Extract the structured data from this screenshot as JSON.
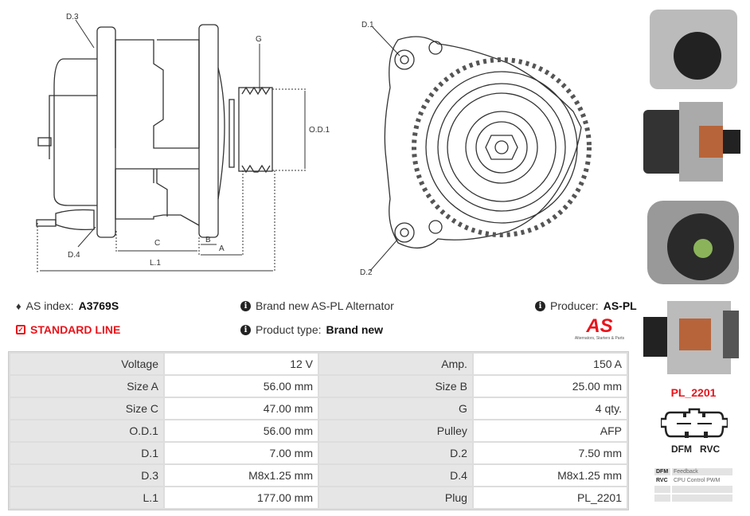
{
  "drawing": {
    "labels": {
      "d3": "D.3",
      "d4": "D.4",
      "g": "G",
      "od1": "O.D.1",
      "c": "C",
      "b": "B",
      "a": "A",
      "l1": "L.1",
      "d1": "D.1",
      "d2": "D.2"
    }
  },
  "info": {
    "as_index_label": "AS index:",
    "as_index_value": "A3769S",
    "standard_line": "STANDARD LINE",
    "brand_new": "Brand new AS-PL Alternator",
    "product_type_label": "Product type:",
    "product_type_value": "Brand new",
    "producer_label": "Producer:",
    "producer_value": "AS-PL",
    "logo_text": "AS",
    "logo_tagline": "Alternators, Starters & Parts"
  },
  "specs": [
    {
      "l1": "Voltage",
      "v1": "12 V",
      "l2": "Amp.",
      "v2": "150 A"
    },
    {
      "l1": "Size A",
      "v1": "56.00 mm",
      "l2": "Size B",
      "v2": "25.00 mm"
    },
    {
      "l1": "Size C",
      "v1": "47.00 mm",
      "l2": "G",
      "v2": "4 qty."
    },
    {
      "l1": "O.D.1",
      "v1": "56.00 mm",
      "l2": "Pulley",
      "v2": "AFP"
    },
    {
      "l1": "D.1",
      "v1": "7.00 mm",
      "l2": "D.2",
      "v2": "7.50 mm"
    },
    {
      "l1": "D.3",
      "v1": "M8x1.25 mm",
      "l2": "D.4",
      "v2": "M8x1.25 mm"
    },
    {
      "l1": "L.1",
      "v1": "177.00 mm",
      "l2": "Plug",
      "v2": "PL_2201"
    }
  ],
  "plug": {
    "code": "PL_2201",
    "pin1": "DFM",
    "pin2": "RVC",
    "rows": [
      {
        "k": "DFM",
        "d": "Feedback"
      },
      {
        "k": "RVC",
        "d": "CPU Control PWM"
      },
      {
        "k": "",
        "d": ""
      },
      {
        "k": "",
        "d": ""
      }
    ]
  },
  "colors": {
    "accent": "#e8141b"
  }
}
